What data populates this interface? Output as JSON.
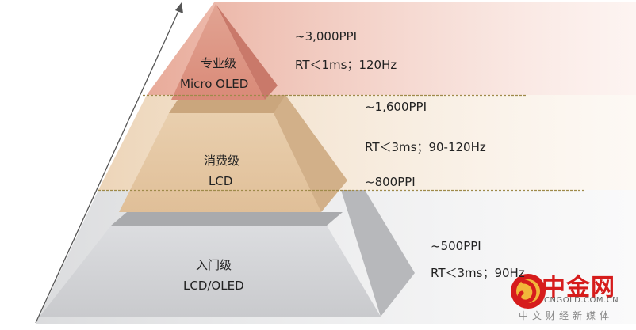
{
  "tiers": {
    "professional": {
      "title": "专业级",
      "tech": "Micro OLED",
      "ppi": "~3,000PPI",
      "response": "RT＜1ms；120Hz"
    },
    "consumer": {
      "title": "消费级",
      "tech": "LCD",
      "ppi_high": "~1,600PPI",
      "response": "RT＜3ms；90-120Hz",
      "ppi_low": "~800PPI"
    },
    "entry": {
      "title": "入门级",
      "tech": "LCD/OLED",
      "ppi": "~500PPI",
      "response": "RT＜3ms；90Hz"
    }
  },
  "watermark": {
    "name": "中金网",
    "url": "CNGOLD.COM.CN",
    "tagline": "中文财经新媒体"
  },
  "colors": {
    "professional_front": "#de9a8a",
    "professional_side": "#c8786a",
    "consumer_front": "#e6c9a6",
    "consumer_side": "#d3b187",
    "entry_front": "#d7d8da",
    "entry_side": "#b3b4b7",
    "divider": "#9e8a4a",
    "arrow": "#555555",
    "watermark_red": "#d61c1c"
  },
  "icons": [
    "up-arrow-icon",
    "cngold-logo-icon"
  ]
}
